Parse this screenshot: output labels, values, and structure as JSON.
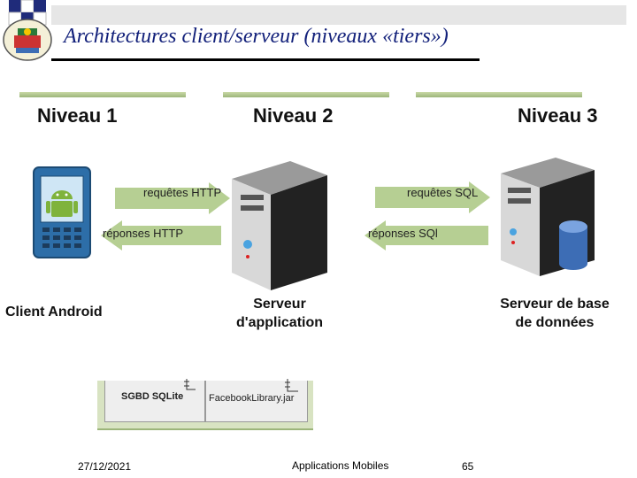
{
  "slide": {
    "title": "Architectures client/serveur (niveaux «tiers»)",
    "date": "27/12/2021",
    "subject": "Applications  Mobiles",
    "page_number": "65"
  },
  "diagram": {
    "levels": [
      {
        "label": "Niveau 1"
      },
      {
        "label": "Niveau 2"
      },
      {
        "label": "Niveau 3"
      }
    ],
    "nodes": {
      "client": {
        "line1": "Client Android"
      },
      "app_server": {
        "line1": "Serveur",
        "line2": "d'application"
      },
      "db_server": {
        "line1": "Serveur de base",
        "line2": "de données"
      }
    },
    "arrows": {
      "http_request": "requêtes  HTTP",
      "http_response": "réponses HTTP",
      "sql_request": "requêtes SQL",
      "sql_response": "réponses SQl"
    },
    "components": {
      "sqlite": "SGBD SQLite",
      "facebook_lib": "FacebookLibrary.jar"
    }
  },
  "colors": {
    "title": "#12207a",
    "band": "#b5c98f",
    "arrow": "#b6cf93",
    "server_body": "#3a3a3a",
    "phone_body": "#2d6ea8",
    "database": "#3d6db5"
  }
}
